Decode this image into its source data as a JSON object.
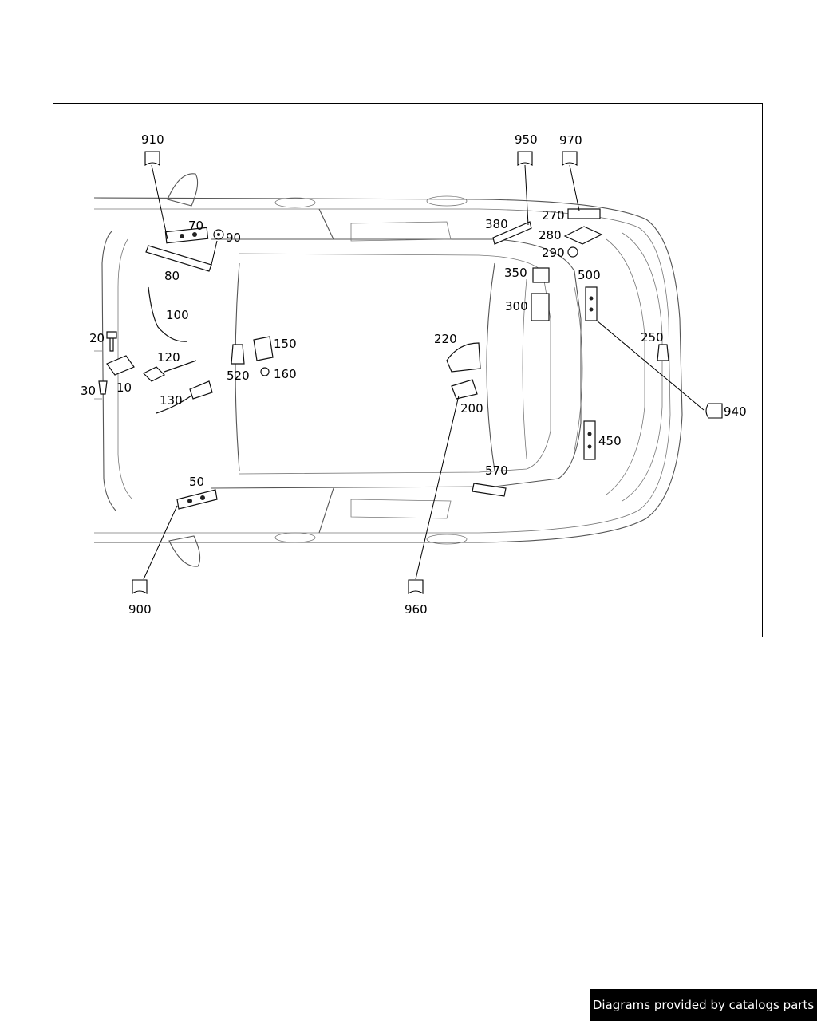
{
  "labels": {
    "p10": "10",
    "p20": "20",
    "p30": "30",
    "p50": "50",
    "p70": "70",
    "p80": "80",
    "p90": "90",
    "p100": "100",
    "p120": "120",
    "p130": "130",
    "p150": "150",
    "p160": "160",
    "p200": "200",
    "p220": "220",
    "p250": "250",
    "p270": "270",
    "p280": "280",
    "p290": "290",
    "p300": "300",
    "p350": "350",
    "p380": "380",
    "p450": "450",
    "p500": "500",
    "p520": "520",
    "p570": "570",
    "c900": "900",
    "c910": "910",
    "c940": "940",
    "c950": "950",
    "c960": "960",
    "c970": "970"
  },
  "credit": "Diagrams provided by catalogs parts"
}
